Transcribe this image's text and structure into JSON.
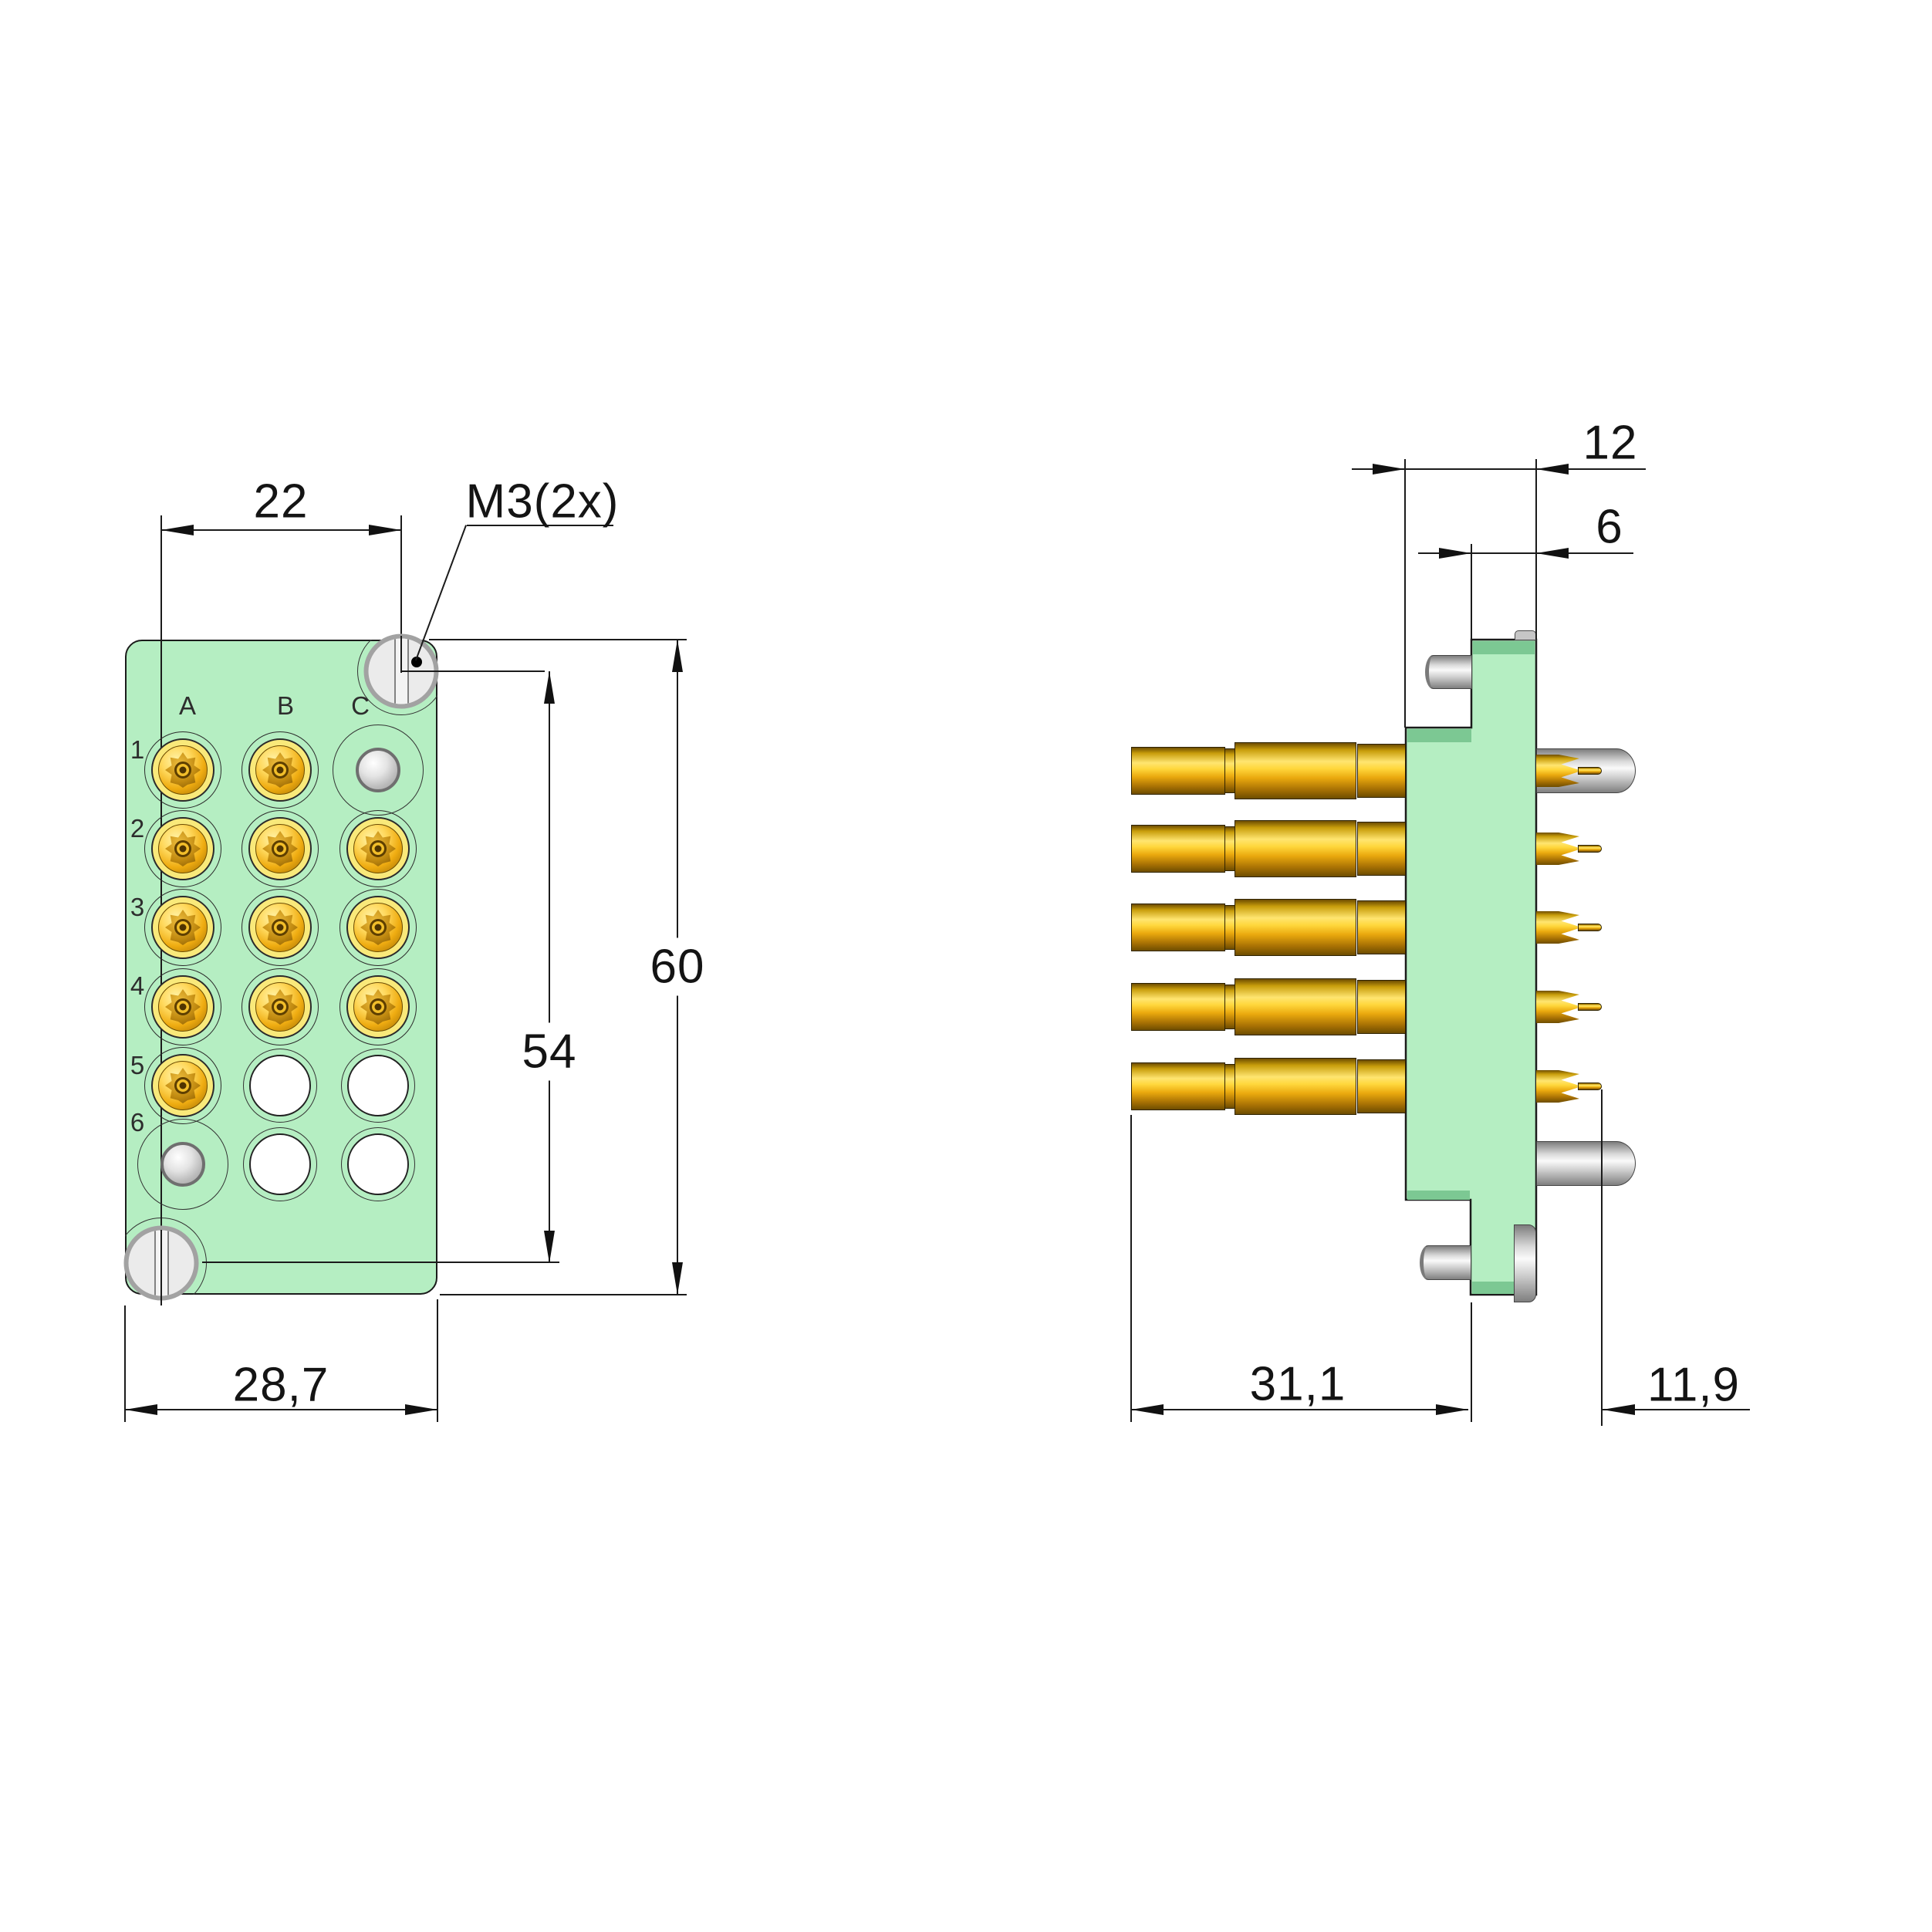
{
  "drawing": {
    "type": "technical-dimension-drawing",
    "views": [
      "front-view",
      "side-view"
    ]
  },
  "front_view": {
    "column_labels": [
      "A",
      "B",
      "C"
    ],
    "row_labels": [
      "1",
      "2",
      "3",
      "4",
      "5",
      "6"
    ],
    "grid": [
      [
        "contact",
        "contact",
        "guide"
      ],
      [
        "contact",
        "contact",
        "contact"
      ],
      [
        "contact",
        "contact",
        "contact"
      ],
      [
        "contact",
        "contact",
        "contact"
      ],
      [
        "contact",
        "hole",
        "hole"
      ],
      [
        "guide",
        "hole",
        "hole"
      ]
    ],
    "dimensions": {
      "screw_spacing_x": "22",
      "screw_spacing_y": "54",
      "plate_height": "60",
      "plate_width": "28,7",
      "screw_thread": "M3(2x)"
    }
  },
  "side_view": {
    "rows": [
      "contact_sleeve",
      "contact",
      "contact",
      "contact",
      "contact",
      "sleeve"
    ],
    "dimensions": {
      "flange_depth_total": "12",
      "flange_depth_front": "6",
      "contact_length_front": "31,1",
      "contact_length_rear": "11,9"
    }
  },
  "colors": {
    "body_green": "#b5eec2",
    "shade_green": "#7cc893",
    "contact_gold": "#f0ad12",
    "contact_ring_yellow": "#f9e97a",
    "metal_silver": "#cdcdcd",
    "line_black": "#1b1b1b"
  }
}
